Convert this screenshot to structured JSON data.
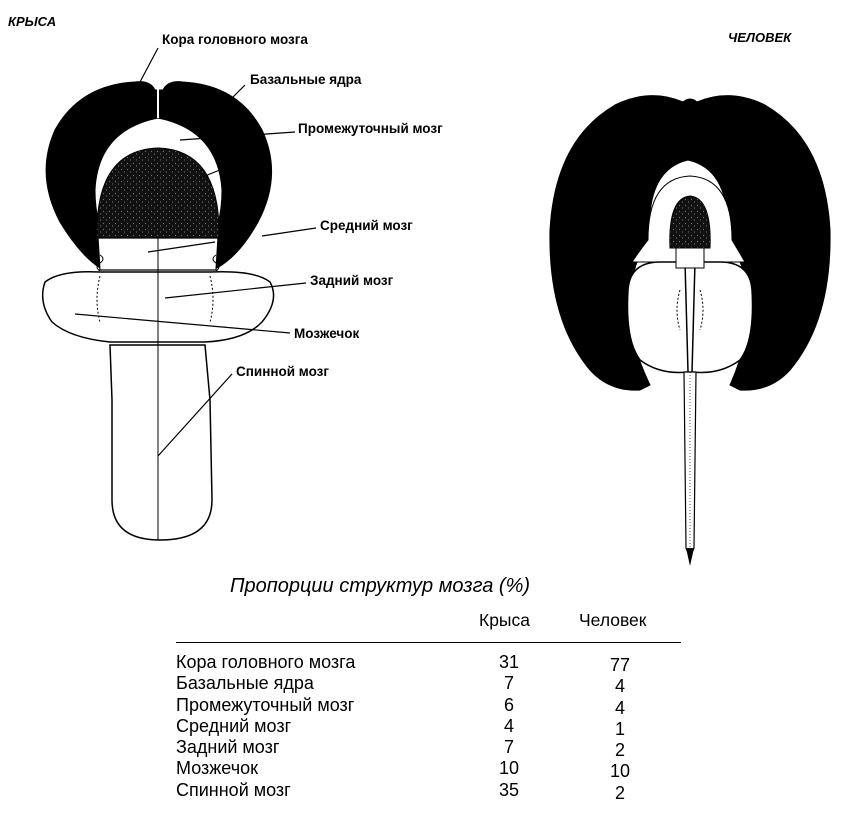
{
  "labels": {
    "rat": "КРЫСА",
    "human": "ЧЕЛОВЕК",
    "cortex": "Кора головного мозга",
    "basal": "Базальные ядра",
    "diencephalon": "Промежуточный мозг",
    "midbrain": "Средний мозг",
    "hindbrain": "Задний мозг",
    "cerebellum": "Мозжечок",
    "spinal": "Спинной мозг"
  },
  "table": {
    "title": "Пропорции структур мозга (%)",
    "col_rat": "Крыса",
    "col_human": "Человек",
    "rows": [
      {
        "name": "Кора головного мозга",
        "rat": "31",
        "human": "77"
      },
      {
        "name": "Базальные ядра",
        "rat": "7",
        "human": "4"
      },
      {
        "name": "Промежуточный мозг",
        "rat": "6",
        "human": "4"
      },
      {
        "name": "Средний мозг",
        "rat": "4",
        "human": "1"
      },
      {
        "name": "Задний мозг",
        "rat": "7",
        "human": "2"
      },
      {
        "name": "Мозжечок",
        "rat": "10",
        "human": "10"
      },
      {
        "name": "Спинной мозг",
        "rat": "35",
        "human": "2"
      }
    ]
  }
}
